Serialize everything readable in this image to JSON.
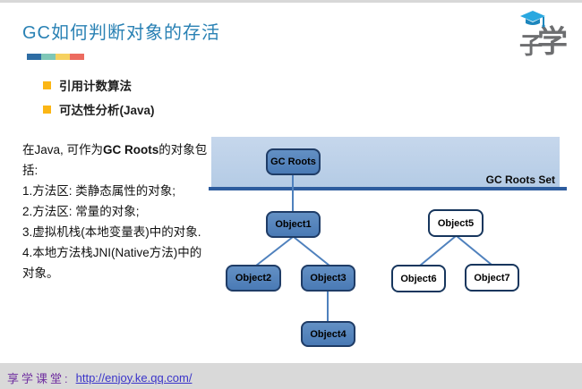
{
  "slide": {
    "title": "GC如何判断对象的存活",
    "title_color": "#2981b4",
    "accent_segments": [
      "#2e6da4",
      "#7fc7b7",
      "#f6d160",
      "#ec6b5f"
    ],
    "logo": {
      "glyph_left": "子",
      "glyph_right": "学",
      "cap_color": "#29a8e0",
      "gray_color": "#6d6e70"
    },
    "bullets": [
      {
        "label": "引用计数算法"
      },
      {
        "label": "可达性分析(Java)"
      }
    ],
    "bullet_square_color": "#fbb615",
    "notes": {
      "line1_prefix": "在Java, 可作为",
      "line1_bold": "GC Roots",
      "line1_suffix": "的对象包括:",
      "items": [
        "1.方法区: 类静态属性的对象;",
        "2.方法区: 常量的对象;",
        "3.虚拟机栈(本地变量表)中的对象.",
        "4.本地方法栈JNI(Native方法)中的对象。"
      ]
    },
    "diagram": {
      "banner_label": "GC Roots Set",
      "banner_color": "#bdd0e7",
      "underline_color": "#2d5c9e",
      "node_fill_color": "#4f81bd",
      "node_border_color": "#1f3c66",
      "outline_border_color": "#17365d",
      "connector_color": "#4f81bd",
      "nodes": {
        "root": "GC Roots",
        "o1": "Object1",
        "o2": "Object2",
        "o3": "Object3",
        "o4": "Object4",
        "o5": "Object5",
        "o6": "Object6",
        "o7": "Object7"
      }
    },
    "footer": {
      "label": "享学课堂:",
      "link": "http://enjoy.ke.qq.com/",
      "label_color": "#7030a0",
      "link_color": "#3a34c9",
      "bg_color": "#d9d9d9"
    }
  }
}
